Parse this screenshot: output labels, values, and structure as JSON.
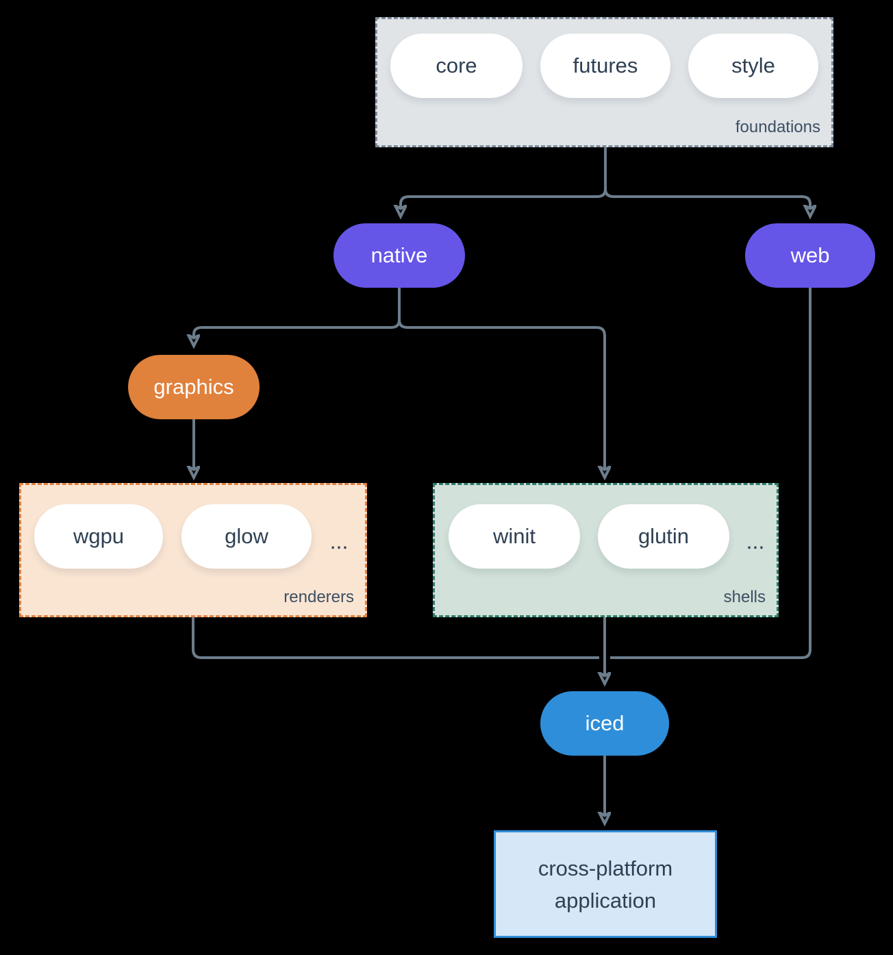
{
  "diagram": {
    "background_color": "#000000",
    "connector_color": "#6C7D8C",
    "groups": {
      "foundations": {
        "label": "foundations",
        "fill": "#E0E4E7",
        "border_color": "#7C8A99",
        "pills": [
          "core",
          "futures",
          "style"
        ]
      },
      "renderers": {
        "label": "renderers",
        "fill": "#FAE5D3",
        "border_color": "#E2823F",
        "pills": [
          "wgpu",
          "glow"
        ],
        "ellipsis": "..."
      },
      "shells": {
        "label": "shells",
        "fill": "#D2E1D9",
        "border_color": "#2C7E6C",
        "pills": [
          "winit",
          "glutin"
        ],
        "ellipsis": "..."
      }
    },
    "nodes": {
      "native": {
        "label": "native",
        "fill": "#6556E8",
        "text_color": "#FFFFFF"
      },
      "web": {
        "label": "web",
        "fill": "#6556E8",
        "text_color": "#FFFFFF"
      },
      "graphics": {
        "label": "graphics",
        "fill": "#E0813C",
        "text_color": "#FFFFFF"
      },
      "iced": {
        "label": "iced",
        "fill": "#2E8EDA",
        "text_color": "#FFFFFF"
      }
    },
    "application": {
      "line1": "cross-platform",
      "line2": "application",
      "fill": "#D6E7F8",
      "border_color": "#2E8EDA"
    }
  }
}
